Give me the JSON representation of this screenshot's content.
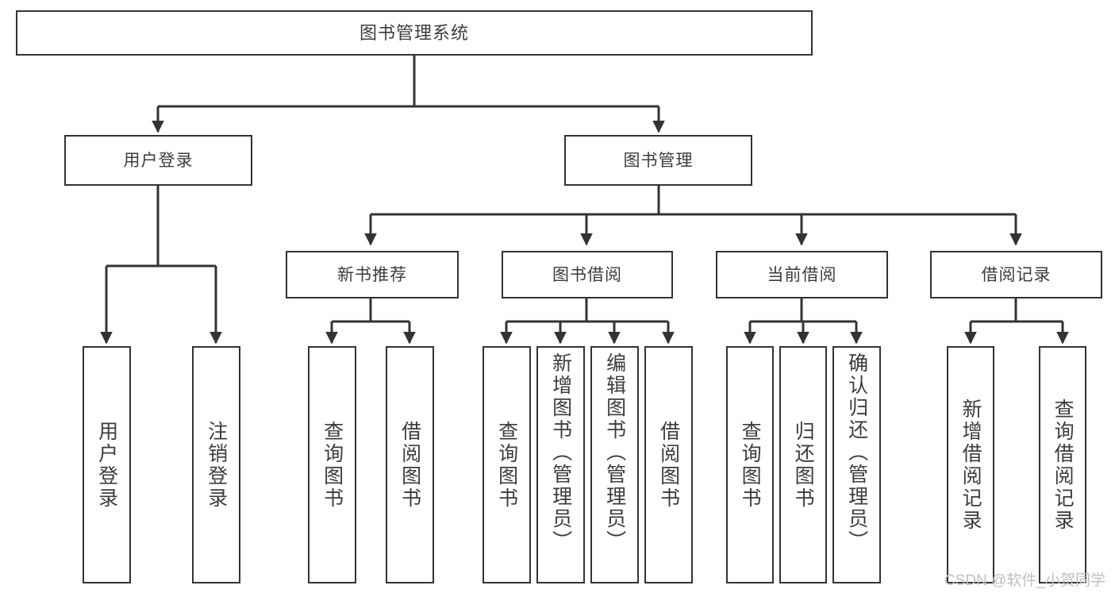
{
  "diagram": {
    "type": "tree-hierarchy",
    "title": "图书管理系统",
    "colors": {
      "background": "#ffffff",
      "box_border": "#333333",
      "box_fill": "#ffffff",
      "text": "#3c3c3c",
      "connector": "#333333",
      "watermark": "#bfbfbf"
    },
    "root": {
      "label": "图书管理系统"
    },
    "level1": [
      {
        "id": "user-login",
        "label": "用户登录"
      },
      {
        "id": "book-manage",
        "label": "图书管理"
      }
    ],
    "level2": [
      {
        "id": "new-book-rec",
        "label": "新书推荐",
        "parent": "book-manage"
      },
      {
        "id": "book-borrow",
        "label": "图书借阅",
        "parent": "book-manage"
      },
      {
        "id": "current-borrow",
        "label": "当前借阅",
        "parent": "book-manage"
      },
      {
        "id": "borrow-record",
        "label": "借阅记录",
        "parent": "book-manage"
      }
    ],
    "leaves": [
      {
        "id": "leaf-user-login",
        "label": "用户登录",
        "parent": "user-login"
      },
      {
        "id": "leaf-logout",
        "label": "注销登录",
        "parent": "user-login"
      },
      {
        "id": "leaf-query-book-1",
        "label": "查询图书",
        "parent": "new-book-rec"
      },
      {
        "id": "leaf-borrow-book-1",
        "label": "借阅图书",
        "parent": "new-book-rec"
      },
      {
        "id": "leaf-query-book-2",
        "label": "查询图书",
        "parent": "book-borrow"
      },
      {
        "id": "leaf-add-book",
        "label": "新增图书（管理员）",
        "parent": "book-borrow"
      },
      {
        "id": "leaf-edit-book",
        "label": "编辑图书（管理员）",
        "parent": "book-borrow"
      },
      {
        "id": "leaf-borrow-book-2",
        "label": "借阅图书",
        "parent": "book-borrow"
      },
      {
        "id": "leaf-query-book-3",
        "label": "查询图书",
        "parent": "current-borrow"
      },
      {
        "id": "leaf-return-book",
        "label": "归还图书",
        "parent": "current-borrow"
      },
      {
        "id": "leaf-confirm-return",
        "label": "确认归还（管理员）",
        "parent": "current-borrow"
      },
      {
        "id": "leaf-add-record",
        "label": "新增借阅记录",
        "parent": "borrow-record"
      },
      {
        "id": "leaf-query-record",
        "label": "查询借阅记录",
        "parent": "borrow-record"
      }
    ],
    "watermark": "CSDN @软件_小贺同学"
  }
}
